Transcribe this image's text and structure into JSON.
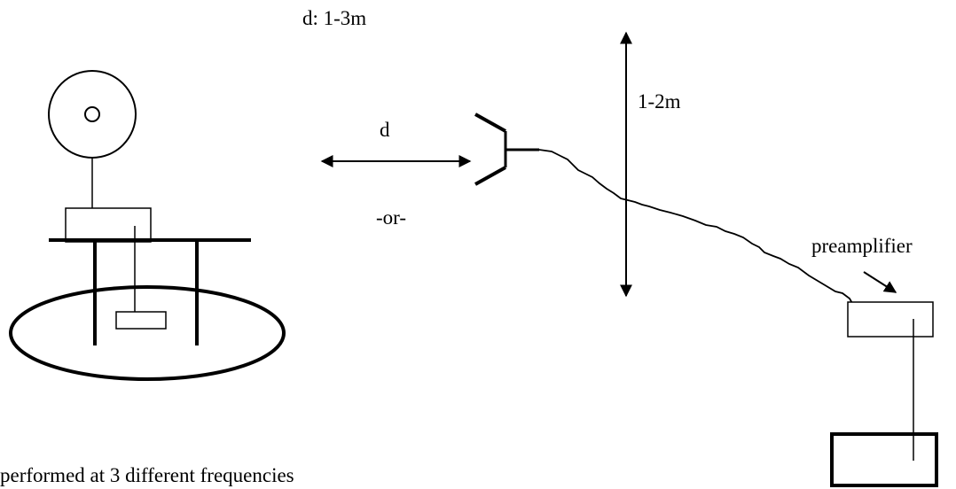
{
  "labels": {
    "distance_range": "d: 1-3m",
    "distance": "d",
    "height_range": "1-2m",
    "or": "-or-",
    "preamplifier": "preamplifier",
    "caption": "performed at 3 different frequencies"
  },
  "colors": {
    "ink": "#000000",
    "background": "#ffffff"
  }
}
